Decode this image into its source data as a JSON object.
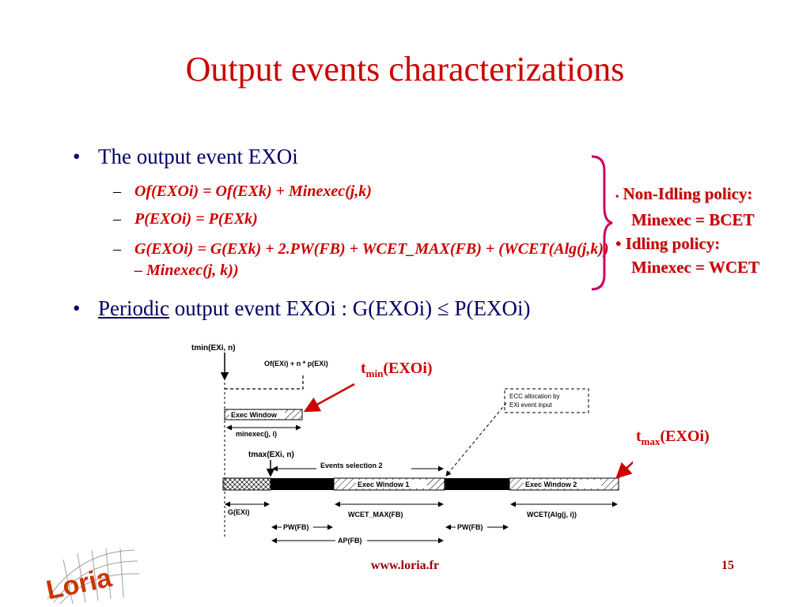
{
  "slide": {
    "title": "Output events characterizations",
    "bullets": [
      {
        "dot": "•",
        "text": "The output event EXOi"
      },
      {
        "dot": "•",
        "prefix": "Periodic",
        "text": " output event EXOi : G(EXOi) ≤ P(EXOi)"
      }
    ],
    "subbullets": [
      {
        "dash": "–",
        "text": "Of(EXOi) = Of(EXk) + Minexec(j,k)"
      },
      {
        "dash": "–",
        "text": "P(EXOi) = P(EXk)"
      },
      {
        "dash": "–",
        "text": "G(EXOi) = G(EXk) + 2.PW(FB) + WCET_MAX(FB) + (WCET(Alg(j,k)) – Minexec(j, k))"
      }
    ],
    "policy": {
      "nonidle_dot": "•",
      "nonidle_label": "Non-Idling policy:",
      "nonidle_value": "Minexec = BCET",
      "idle_label": "• Idling policy:",
      "idle_value": "Minexec = WCET"
    },
    "callouts": {
      "tmin_main": "t",
      "tmin_sub": "min",
      "tmin_arg": "(EXOi)",
      "tmax_main": "t",
      "tmax_sub": "max",
      "tmax_arg": "(EXOi)"
    },
    "diagram": {
      "tmin_label": "tmin(EXi, n)",
      "offset_label": "Of(EXi) + n * p(EXi)",
      "exec_window": "Exec Window",
      "minexec": "minexec(j, i)",
      "ecc_note": "ECC allocation by EXi event input",
      "tmax_label": "tmax(EXi, n)",
      "events_selection": "Events selection 2",
      "exec_window_1": "Exec Window 1",
      "exec_window_2": "Exec Window 2",
      "g_label": "G(EXi)",
      "wcet_max": "WCET_MAX(FB)",
      "wcet_alg": "WCET(Alg(j, i))",
      "pw1": "PW(FB)",
      "pw2": "PW(FB)",
      "ap": "AP(FB)"
    },
    "logo_text": "Loria",
    "footer_url": "www.loria.fr",
    "page_number": "15"
  },
  "colors": {
    "accent": "#cc0000",
    "footer": "#990000",
    "bracket": "#cc0066"
  }
}
